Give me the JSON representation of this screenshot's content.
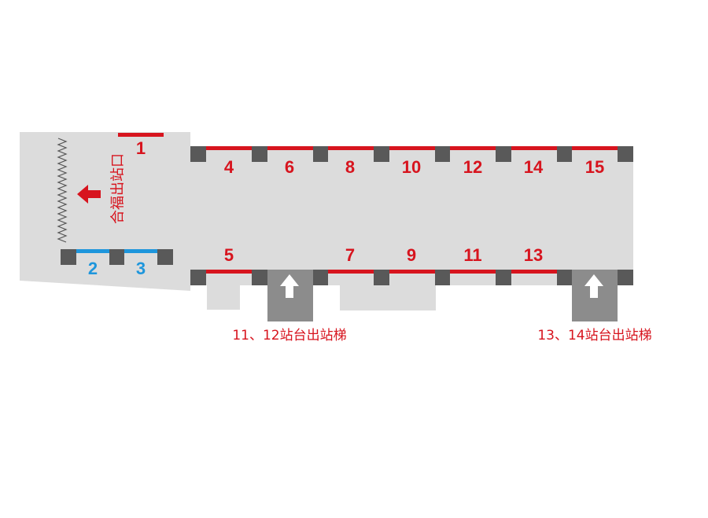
{
  "colors": {
    "background": "#ffffff",
    "floor": "#dcdcdc",
    "pillar": "#595959",
    "stair_block": "#8c8c8c",
    "stair_arrow": "#ffffff",
    "aux_area": "#dcdcdc",
    "gate_red": "#d7141e",
    "gate_blue": "#1e96dc",
    "wall_line": "#555555"
  },
  "exit": {
    "label": "合福出站口",
    "icon": "arrow-left-icon"
  },
  "gates": [
    {
      "label": "1",
      "color": "red"
    },
    {
      "label": "2",
      "color": "blue"
    },
    {
      "label": "3",
      "color": "blue"
    },
    {
      "label": "4",
      "color": "red"
    },
    {
      "label": "6",
      "color": "red"
    },
    {
      "label": "8",
      "color": "red"
    },
    {
      "label": "10",
      "color": "red"
    },
    {
      "label": "12",
      "color": "red"
    },
    {
      "label": "14",
      "color": "red"
    },
    {
      "label": "15",
      "color": "red"
    },
    {
      "label": "5",
      "color": "red"
    },
    {
      "label": "7",
      "color": "red"
    },
    {
      "label": "9",
      "color": "red"
    },
    {
      "label": "11",
      "color": "red"
    },
    {
      "label": "13",
      "color": "red"
    }
  ],
  "stairs": [
    {
      "label": "11、12站台出站梯",
      "icon": "arrow-up-icon"
    },
    {
      "label": "13、14站台出站梯",
      "icon": "arrow-up-icon"
    }
  ]
}
